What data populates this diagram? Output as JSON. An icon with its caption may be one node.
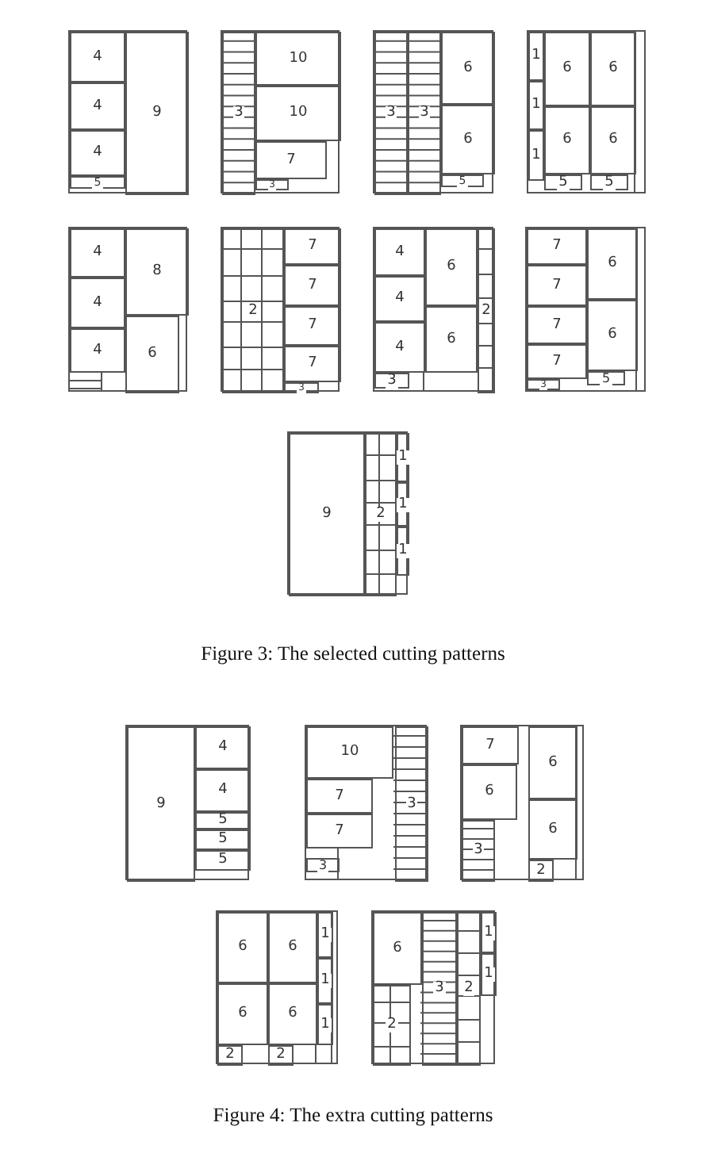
{
  "diagram": {
    "nodes": [
      {
        "text": [],
        "shape": "box"
      },
      {
        "text": [
          "4"
        ],
        "in": 0
      },
      {
        "text": [
          "4"
        ],
        "in": 0
      },
      {
        "text": [
          "4"
        ],
        "in": 0
      },
      {
        "text": [
          "5"
        ],
        "in": 0
      },
      {
        "text": [
          "9"
        ],
        "in": 0
      },
      {
        "text": [],
        "shape": "box"
      },
      {
        "text": [
          "3"
        ],
        "in": 6
      },
      {
        "text": [
          "10"
        ],
        "in": 6
      },
      {
        "text": [
          "10"
        ],
        "in": 6
      },
      {
        "text": [
          "7"
        ],
        "in": 6
      },
      {
        "text": [
          "3"
        ],
        "in": 6
      },
      {
        "text": [],
        "shape": "box"
      },
      {
        "text": [
          "3"
        ],
        "in": 12
      },
      {
        "text": [
          "3"
        ],
        "in": 12
      },
      {
        "text": [
          "6"
        ],
        "in": 12
      },
      {
        "text": [
          "6"
        ],
        "in": 12
      },
      {
        "text": [
          "5"
        ],
        "in": 12
      },
      {
        "text": [],
        "shape": "box"
      },
      {
        "text": [
          "1"
        ],
        "in": 18
      },
      {
        "text": [
          "1"
        ],
        "in": 18
      },
      {
        "text": [
          "1"
        ],
        "in": 18
      },
      {
        "text": [
          "6"
        ],
        "in": 18
      },
      {
        "text": [
          "6"
        ],
        "in": 18
      },
      {
        "text": [
          "6"
        ],
        "in": 18
      },
      {
        "text": [
          "6"
        ],
        "in": 18
      },
      {
        "text": [
          "5"
        ],
        "in": 18
      },
      {
        "text": [
          "5"
        ],
        "in": 18
      },
      {
        "text": [],
        "shape": "box"
      },
      {
        "text": [
          "4"
        ],
        "in": 28
      },
      {
        "text": [
          "4"
        ],
        "in": 28
      },
      {
        "text": [
          "4"
        ],
        "in": 28
      },
      {
        "text": [
          "8"
        ],
        "in": 28
      },
      {
        "text": [
          "6"
        ],
        "in": 28
      },
      {
        "text": [],
        "shape": "box"
      },
      {
        "text": [
          "2"
        ],
        "in": 34
      },
      {
        "text": [
          "7"
        ],
        "in": 34
      },
      {
        "text": [
          "7"
        ],
        "in": 34
      },
      {
        "text": [
          "7"
        ],
        "in": 34
      },
      {
        "text": [
          "7"
        ],
        "in": 34
      },
      {
        "text": [
          "3"
        ],
        "in": 34
      },
      {
        "text": [],
        "shape": "box"
      },
      {
        "text": [
          "4"
        ],
        "in": 41
      },
      {
        "text": [
          "4"
        ],
        "in": 41
      },
      {
        "text": [
          "4"
        ],
        "in": 41
      },
      {
        "text": [
          "6"
        ],
        "in": 41
      },
      {
        "text": [
          "6"
        ],
        "in": 41
      },
      {
        "text": [
          "2"
        ],
        "in": 41
      },
      {
        "text": [
          "3"
        ],
        "in": 41
      },
      {
        "text": [],
        "shape": "box"
      },
      {
        "text": [
          "7"
        ],
        "in": 49
      },
      {
        "text": [
          "7"
        ],
        "in": 49
      },
      {
        "text": [
          "7"
        ],
        "in": 49
      },
      {
        "text": [
          "7"
        ],
        "in": 49
      },
      {
        "text": [
          "6"
        ],
        "in": 49
      },
      {
        "text": [
          "6"
        ],
        "in": 49
      },
      {
        "text": [
          "3"
        ],
        "in": 49
      },
      {
        "text": [
          "5"
        ],
        "in": 49
      },
      {
        "text": [],
        "shape": "box"
      },
      {
        "text": [
          "9"
        ],
        "in": 58
      },
      {
        "text": [
          "2"
        ],
        "in": 58
      },
      {
        "text": [
          "1"
        ],
        "in": 58
      },
      {
        "text": [
          "1"
        ],
        "in": 58
      },
      {
        "text": [
          "1"
        ],
        "in": 58
      },
      {
        "text": [],
        "shape": "box"
      },
      {
        "text": [
          "9"
        ],
        "in": 64
      },
      {
        "text": [
          "4"
        ],
        "in": 64
      },
      {
        "text": [
          "4"
        ],
        "in": 64
      },
      {
        "text": [
          "5"
        ],
        "in": 64
      },
      {
        "text": [
          "5"
        ],
        "in": 64
      },
      {
        "text": [
          "5"
        ],
        "in": 64
      },
      {
        "text": [],
        "shape": "box"
      },
      {
        "text": [
          "10"
        ],
        "in": 71
      },
      {
        "text": [
          "7"
        ],
        "in": 71
      },
      {
        "text": [
          "7"
        ],
        "in": 71
      },
      {
        "text": [
          "3"
        ],
        "in": 71
      },
      {
        "text": [
          "3"
        ],
        "in": 71
      },
      {
        "text": [],
        "shape": "box"
      },
      {
        "text": [
          "7"
        ],
        "in": 77
      },
      {
        "text": [
          "6"
        ],
        "in": 77
      },
      {
        "text": [
          "3"
        ],
        "in": 77
      },
      {
        "text": [
          "6"
        ],
        "in": 77
      },
      {
        "text": [
          "6"
        ],
        "in": 77
      },
      {
        "text": [
          "2"
        ],
        "in": 77
      },
      {
        "text": [],
        "shape": "box"
      },
      {
        "text": [
          "6"
        ],
        "in": 84
      },
      {
        "text": [
          "6"
        ],
        "in": 84
      },
      {
        "text": [
          "6"
        ],
        "in": 84
      },
      {
        "text": [
          "6"
        ],
        "in": 84
      },
      {
        "text": [
          "1"
        ],
        "in": 84
      },
      {
        "text": [
          "1"
        ],
        "in": 84
      },
      {
        "text": [
          "1"
        ],
        "in": 84
      },
      {
        "text": [
          "2"
        ],
        "in": 84
      },
      {
        "text": [
          "2"
        ],
        "in": 84
      },
      {
        "text": [],
        "shape": "box"
      },
      {
        "text": [
          "6"
        ],
        "in": 94
      },
      {
        "text": [
          "2"
        ],
        "in": 94
      },
      {
        "text": [
          "3"
        ],
        "in": 94
      },
      {
        "text": [
          "2"
        ],
        "in": 94
      },
      {
        "text": [
          "1"
        ],
        "in": 94
      },
      {
        "text": [
          "1"
        ],
        "in": 94
      }
    ],
    "labels": [
      "Figure 3: The selected cutting patterns",
      "Figure 4: The extra cutting patterns"
    ]
  }
}
